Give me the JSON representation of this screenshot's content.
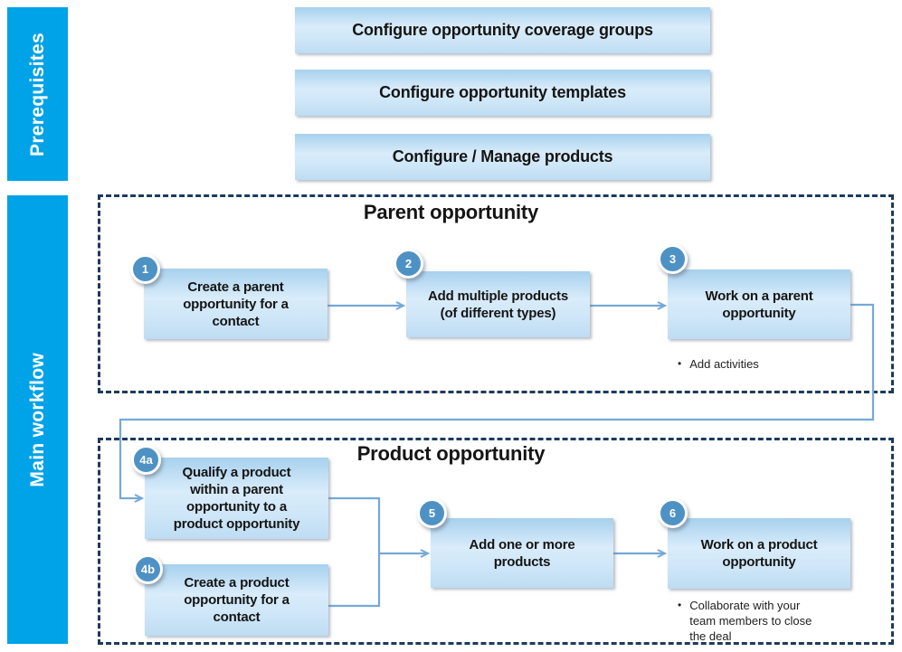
{
  "diagram": {
    "sidebar": {
      "prerequisites_label": "Prerequisites",
      "main_workflow_label": "Main workflow"
    },
    "prerequisites": {
      "items": [
        {
          "label": "Configure opportunity coverage groups"
        },
        {
          "label": "Configure opportunity templates"
        },
        {
          "label": "Configure / Manage products"
        }
      ]
    },
    "parent_section": {
      "title": "Parent opportunity",
      "steps": [
        {
          "badge": "1",
          "label": "Create a parent\nopportunity for a\ncontact"
        },
        {
          "badge": "2",
          "label": "Add multiple products\n(of different types)"
        },
        {
          "badge": "3",
          "label": "Work on a parent\nopportunity",
          "bullets": [
            "Add activities"
          ]
        }
      ]
    },
    "product_section": {
      "title": "Product opportunity",
      "steps": [
        {
          "badge": "4a",
          "label": "Qualify a product\nwithin a parent\nopportunity to a\nproduct opportunity"
        },
        {
          "badge": "4b",
          "label": "Create a product\nopportunity for a\ncontact"
        },
        {
          "badge": "5",
          "label": "Add one or more\nproducts"
        },
        {
          "badge": "6",
          "label": "Work on a product\nopportunity",
          "bullets": [
            "Collaborate with your team members to close the deal"
          ]
        }
      ]
    },
    "colors": {
      "sidebar_band": "#00a2e8",
      "dashed_border": "#1d3a5e",
      "connector": "#74a9d8",
      "badge_fill": "#4e92c5",
      "box_gradient_top": "#a7d1ee",
      "box_gradient_mid": "#d9ecfa",
      "box_gradient_bottom": "#bedcf3",
      "label_text": "#151515"
    }
  }
}
